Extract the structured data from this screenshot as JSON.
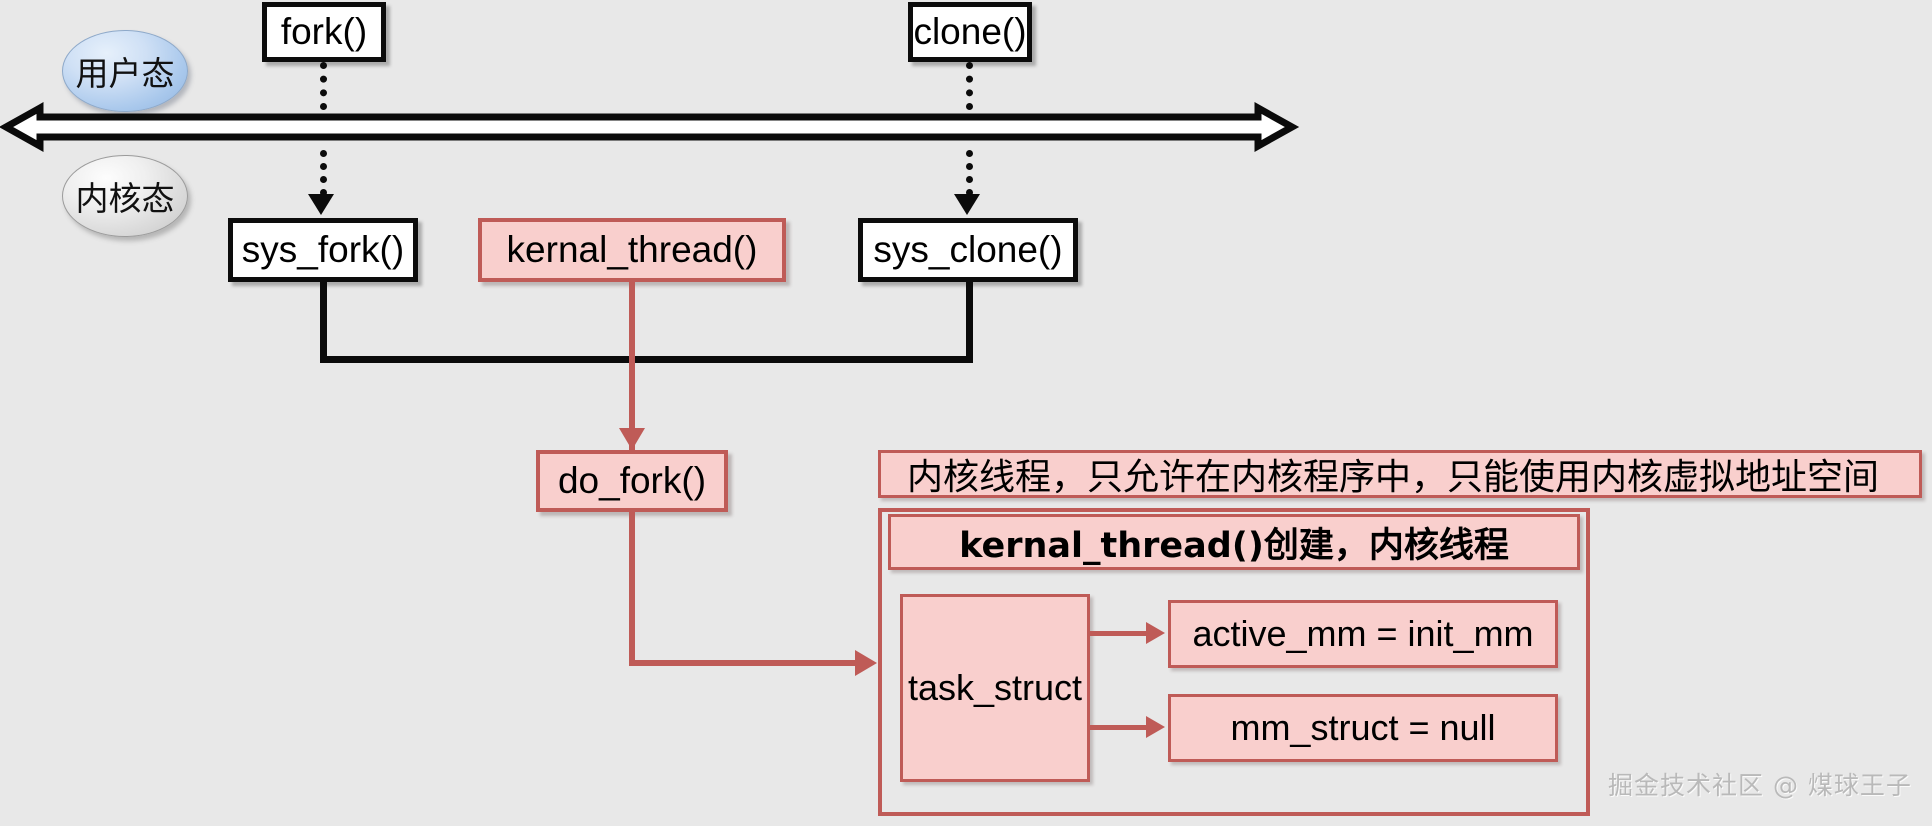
{
  "diagram": {
    "title": "Linux process/thread creation call paths",
    "background_color": "#e8e8e8",
    "accent_red": "#bf5b57",
    "fill_pink": "#f9cfcd",
    "black": "#0b0b0b"
  },
  "modes": {
    "user_mode_label": "用户态",
    "kernel_mode_label": "内核态"
  },
  "user_calls": [
    {
      "label": "fork()"
    },
    {
      "label": "clone()"
    }
  ],
  "kernel_calls": [
    {
      "label": "sys_fork()"
    },
    {
      "label": "kernal_thread()"
    },
    {
      "label": "sys_clone()"
    }
  ],
  "common": {
    "do_fork_label": "do_fork()"
  },
  "note": {
    "text": "内核线程，只允许在内核程序中，只能使用内核虚拟地址空间"
  },
  "panel": {
    "header": "kernal_thread()创建，内核线程",
    "task_struct_label": "task_struct",
    "fields": [
      {
        "label": "active_mm = init_mm"
      },
      {
        "label": "mm_struct = null"
      }
    ]
  },
  "watermark": {
    "text": "掘金技术社区 @ 煤球王子"
  }
}
